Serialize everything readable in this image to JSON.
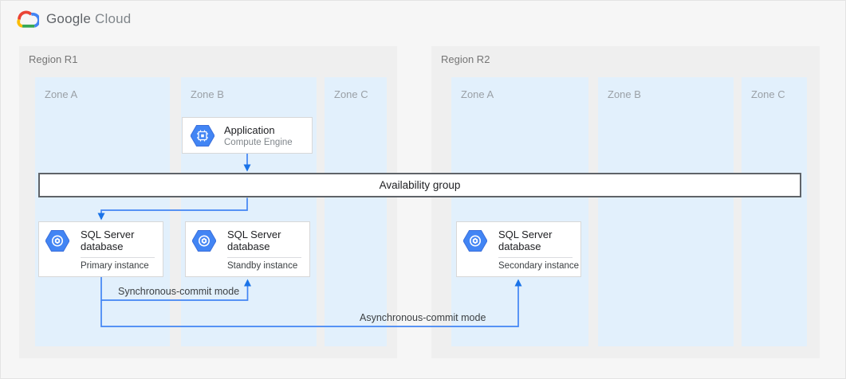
{
  "brand": {
    "google": "Google",
    "cloud": "Cloud"
  },
  "regions": [
    {
      "label": "Region R1",
      "zones": [
        {
          "label": "Zone A"
        },
        {
          "label": "Zone B"
        },
        {
          "label": "Zone C"
        }
      ]
    },
    {
      "label": "Region R2",
      "zones": [
        {
          "label": "Zone A"
        },
        {
          "label": "Zone B"
        },
        {
          "label": "Zone C"
        }
      ]
    }
  ],
  "availability_group": {
    "label": "Availability group"
  },
  "nodes": {
    "application": {
      "title": "Application",
      "subtitle": "Compute Engine",
      "icon": "compute-engine-hexagon-icon"
    },
    "primary": {
      "title": "SQL Server database",
      "subtitle": "Primary instance",
      "icon": "sql-server-hexagon-icon"
    },
    "standby": {
      "title": "SQL Server database",
      "subtitle": "Standby instance",
      "icon": "sql-server-hexagon-icon"
    },
    "secondary": {
      "title": "SQL Server database",
      "subtitle": "Secondary instance",
      "icon": "sql-server-hexagon-icon"
    }
  },
  "connections": {
    "sync": {
      "label": "Synchronous-commit mode"
    },
    "async": {
      "label": "Asynchronous-commit mode"
    }
  },
  "colors": {
    "page_bg": "#F6F6F6",
    "region_bg": "#EFEFEF",
    "zone_bg": "#E2F0FC",
    "line": "#4285F4",
    "arrowhead": "#1A73E8",
    "hexagon_blue": "#4285F4",
    "bar_border": "#5F6368",
    "google_red": "#EA4335",
    "google_yellow": "#FBBC05",
    "google_blue": "#4285F4",
    "google_green": "#34A853"
  }
}
